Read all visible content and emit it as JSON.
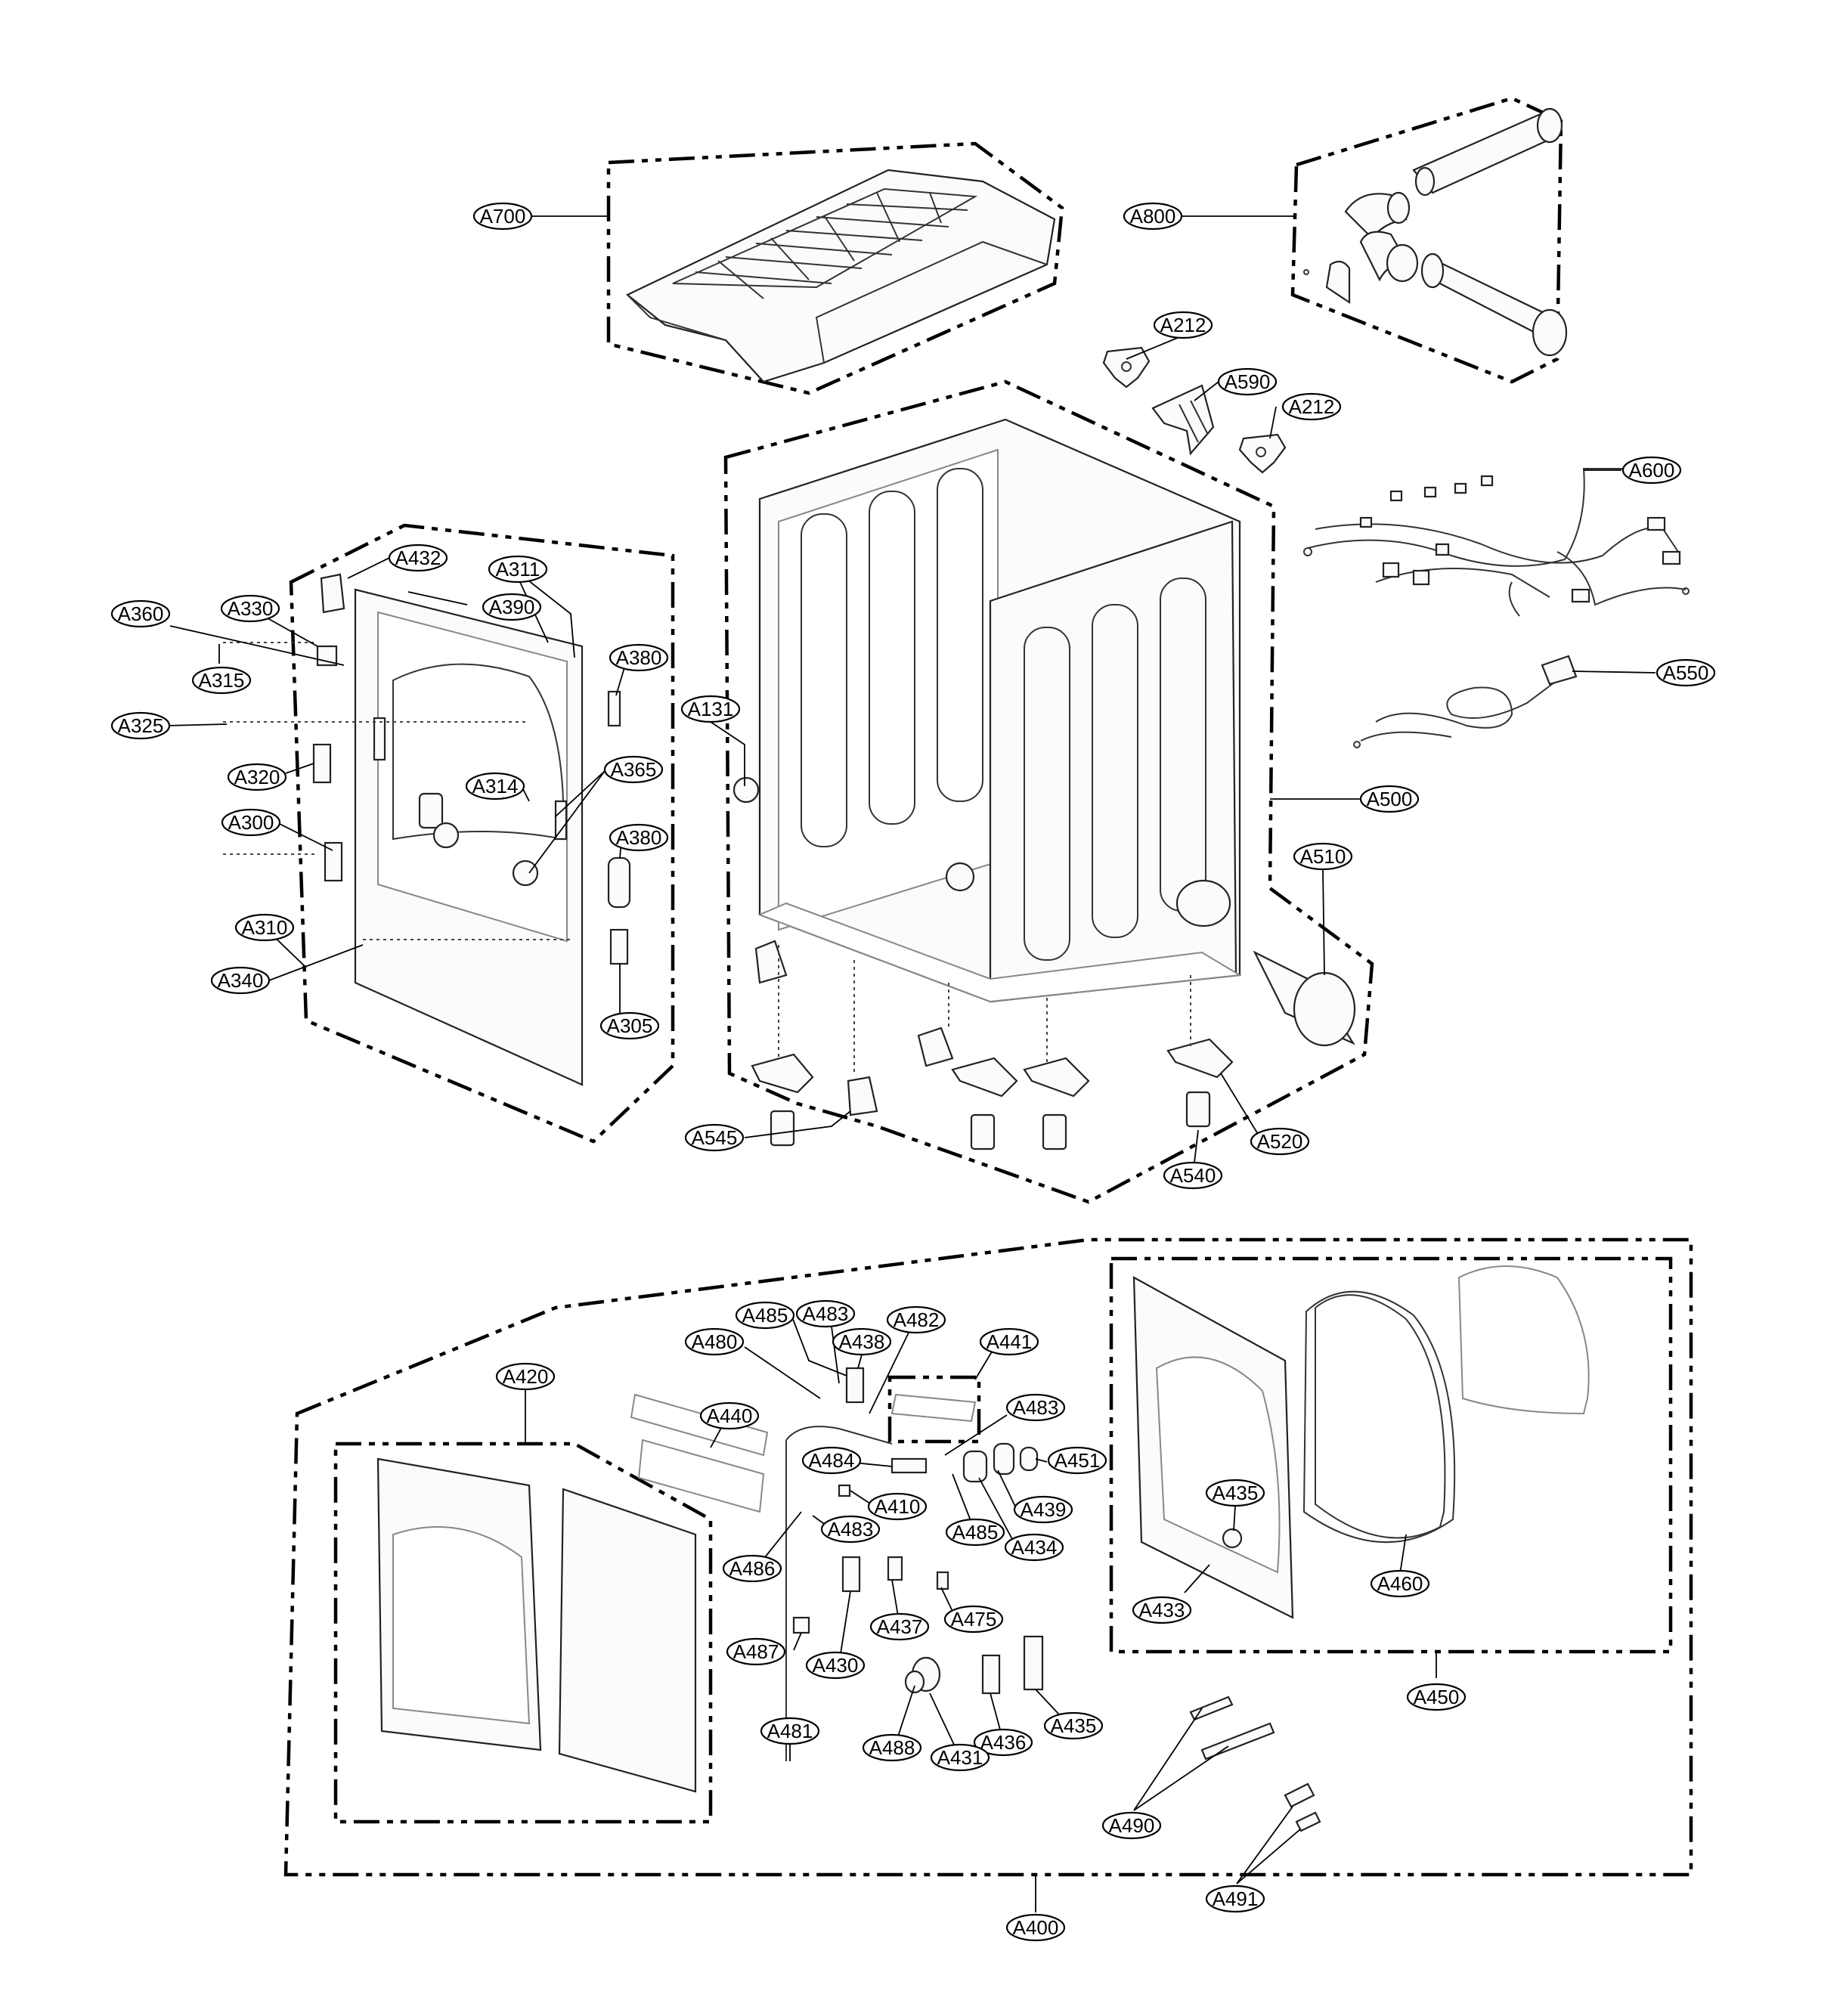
{
  "callouts": [
    {
      "id": "a700",
      "label": "A700"
    },
    {
      "id": "a800",
      "label": "A800"
    },
    {
      "id": "a212-1",
      "label": "A212"
    },
    {
      "id": "a590",
      "label": "A590"
    },
    {
      "id": "a212-2",
      "label": "A212"
    },
    {
      "id": "a600",
      "label": "A600"
    },
    {
      "id": "a550",
      "label": "A550"
    },
    {
      "id": "a500",
      "label": "A500"
    },
    {
      "id": "a510",
      "label": "A510"
    },
    {
      "id": "a131",
      "label": "A131"
    },
    {
      "id": "a432",
      "label": "A432"
    },
    {
      "id": "a311",
      "label": "A311"
    },
    {
      "id": "a390",
      "label": "A390"
    },
    {
      "id": "a330",
      "label": "A330"
    },
    {
      "id": "a360",
      "label": "A360"
    },
    {
      "id": "a315",
      "label": "A315"
    },
    {
      "id": "a380-1",
      "label": "A380"
    },
    {
      "id": "a325",
      "label": "A325"
    },
    {
      "id": "a320",
      "label": "A320"
    },
    {
      "id": "a314",
      "label": "A314"
    },
    {
      "id": "a365",
      "label": "A365"
    },
    {
      "id": "a300",
      "label": "A300"
    },
    {
      "id": "a380-2",
      "label": "A380"
    },
    {
      "id": "a310",
      "label": "A310"
    },
    {
      "id": "a340",
      "label": "A340"
    },
    {
      "id": "a305",
      "label": "A305"
    },
    {
      "id": "a545",
      "label": "A545"
    },
    {
      "id": "a540",
      "label": "A540"
    },
    {
      "id": "a520",
      "label": "A520"
    },
    {
      "id": "a485-1",
      "label": "A485"
    },
    {
      "id": "a483-1",
      "label": "A483"
    },
    {
      "id": "a482",
      "label": "A482"
    },
    {
      "id": "a480",
      "label": "A480"
    },
    {
      "id": "a438",
      "label": "A438"
    },
    {
      "id": "a441",
      "label": "A441"
    },
    {
      "id": "a420",
      "label": "A420"
    },
    {
      "id": "a440",
      "label": "A440"
    },
    {
      "id": "a483-2",
      "label": "A483"
    },
    {
      "id": "a484",
      "label": "A484"
    },
    {
      "id": "a451",
      "label": "A451"
    },
    {
      "id": "a410",
      "label": "A410"
    },
    {
      "id": "a439",
      "label": "A439"
    },
    {
      "id": "a483-3",
      "label": "A483"
    },
    {
      "id": "a485-2",
      "label": "A485"
    },
    {
      "id": "a434",
      "label": "A434"
    },
    {
      "id": "a486",
      "label": "A486"
    },
    {
      "id": "a437",
      "label": "A437"
    },
    {
      "id": "a475",
      "label": "A475"
    },
    {
      "id": "a487",
      "label": "A487"
    },
    {
      "id": "a430",
      "label": "A430"
    },
    {
      "id": "a481",
      "label": "A481"
    },
    {
      "id": "a436",
      "label": "A436"
    },
    {
      "id": "a435-1",
      "label": "A435"
    },
    {
      "id": "a488",
      "label": "A488"
    },
    {
      "id": "a431",
      "label": "A431"
    },
    {
      "id": "a435-2",
      "label": "A435"
    },
    {
      "id": "a433",
      "label": "A433"
    },
    {
      "id": "a460",
      "label": "A460"
    },
    {
      "id": "a450",
      "label": "A450"
    },
    {
      "id": "a490",
      "label": "A490"
    },
    {
      "id": "a491",
      "label": "A491"
    },
    {
      "id": "a400",
      "label": "A400"
    }
  ]
}
